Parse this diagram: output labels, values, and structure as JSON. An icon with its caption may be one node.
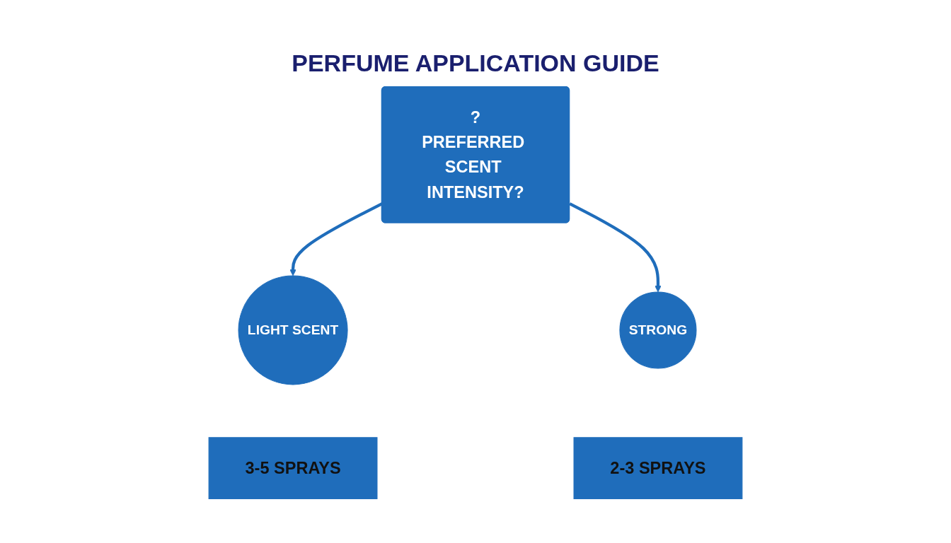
{
  "diagram": {
    "title": "PERFUME APPLICATION GUIDE",
    "nodes": [
      {
        "text": [
          "?",
          "PREFERRED SCENT INTENSITY?"
        ]
      },
      {
        "text": [
          "LIGHT SCENT"
        ]
      },
      {
        "text": [
          "3-5 SPRAYS"
        ]
      },
      {
        "text": [
          "STRONG"
        ]
      },
      {
        "text": [
          "2-3 SPRAYS"
        ]
      }
    ],
    "edges": [
      {
        "from": 0,
        "to": 1,
        "arrow": "to"
      },
      {
        "from": 0,
        "to": 3,
        "arrow": "to"
      }
    ]
  }
}
